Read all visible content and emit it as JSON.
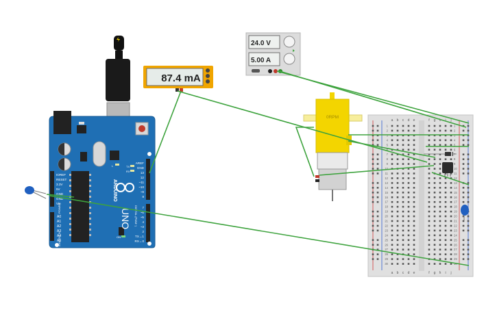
{
  "multimeter": {
    "reading": "87.4 mA"
  },
  "power_supply": {
    "voltage": "24.0 V",
    "current": "5.00 A"
  },
  "motor": {
    "label": "0RPM"
  },
  "arduino": {
    "brand": "ARDUINO",
    "model": "UNO",
    "power_pins": [
      "IOREF",
      "RESET",
      "3.3V",
      "5V",
      "GND",
      "GND",
      "Vin"
    ],
    "analog_pins": [
      "A0",
      "A1",
      "A2",
      "A3",
      "A4",
      "A5"
    ],
    "digital_pins_top": [
      "AREF",
      "GND",
      "13",
      "12",
      "~11",
      "~10",
      "~9",
      "8"
    ],
    "digital_pins_bottom": [
      "7",
      "~6",
      "~5",
      "4",
      "~3",
      "2",
      "TX→1",
      "RX←0"
    ],
    "power_header_label": "POWER",
    "analog_header_label": "ANALOG IN",
    "digital_header_label": "DIGITAL (PWM~)",
    "led_labels": [
      "TX",
      "RX",
      "L",
      "ON"
    ]
  },
  "breadboard": {
    "cols_left": [
      "a",
      "b",
      "c",
      "d",
      "e"
    ],
    "cols_right": [
      "f",
      "g",
      "h",
      "i",
      "j"
    ],
    "rows": 30
  },
  "colors": {
    "wire": "#3ea33e",
    "arduino": "#1f6fb4",
    "motor": "#f3d500",
    "display_border": "#f0a500"
  }
}
